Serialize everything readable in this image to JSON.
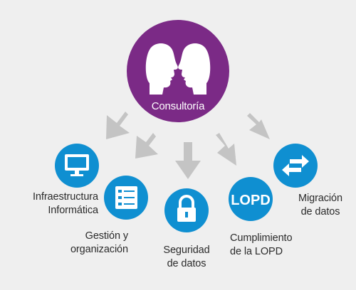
{
  "hub": {
    "label": "Consultoría",
    "color": "#7b2a86"
  },
  "colors": {
    "circle": "#0f8fd1",
    "arrow": "#c4c4c4",
    "background": "#efefef"
  },
  "services": [
    {
      "id": "infraestructura",
      "line1": "Infraestructura",
      "line2": "Informática",
      "icon": "monitor-icon"
    },
    {
      "id": "gestion",
      "line1": "Gestión y",
      "line2": "organización",
      "icon": "checklist-icon"
    },
    {
      "id": "seguridad",
      "line1": "Seguridad",
      "line2": "de datos",
      "icon": "padlock-icon"
    },
    {
      "id": "lopd",
      "line1": "Cumplimiento",
      "line2": "de la LOPD",
      "icon": "lopd-text-icon",
      "icon_text": "LOPD"
    },
    {
      "id": "migracion",
      "line1": "Migración",
      "line2": "de datos",
      "icon": "swap-arrows-icon"
    }
  ]
}
